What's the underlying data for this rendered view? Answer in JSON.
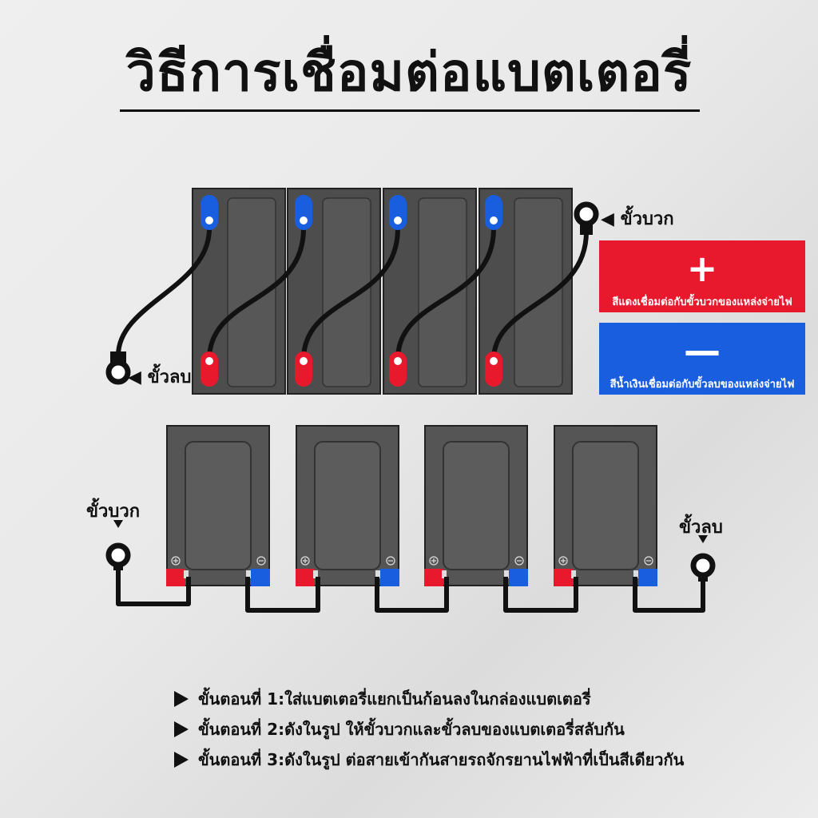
{
  "title": "วิธีการเชื่อมต่อแบตเตอรี่",
  "labels": {
    "top_positive": "◀ ขั้วบวก",
    "top_negative": "◀ ขั้วลบ",
    "bottom_positive": "ขั้วบวก",
    "bottom_negative": "ขั้วลบ"
  },
  "legend": {
    "red": {
      "symbol": "+",
      "text": "สีแดงเชื่อมต่อกับขั้วบวกของแหล่งจ่ายไฟ",
      "color": "#e8192c"
    },
    "blue": {
      "symbol": "—",
      "text": "สีน้ำเงินเชื่อมต่อกับขั้วลบของแหล่งจ่ายไฟ",
      "color": "#1a5ee0"
    }
  },
  "steps": [
    "ขั้นตอนที่ 1:ใส่แบตเตอรี่แยกเป็นก้อนลงในกล่องแบตเตอรี่",
    "ขั้นตอนที่ 2:ดังในรูป ให้ขั้วบวกและขั้วลบของแบตเตอรี่สลับกัน",
    "ขั้นตอนที่ 3:ดังในรูป ต่อสายเข้ากันสายรถจักรยานไฟฟ้าที่เป็นสีเดียวกัน"
  ],
  "colors": {
    "battery": "#4d4d4d",
    "wire": "#111111",
    "positive": "#e8192c",
    "negative": "#1a5ee0"
  }
}
